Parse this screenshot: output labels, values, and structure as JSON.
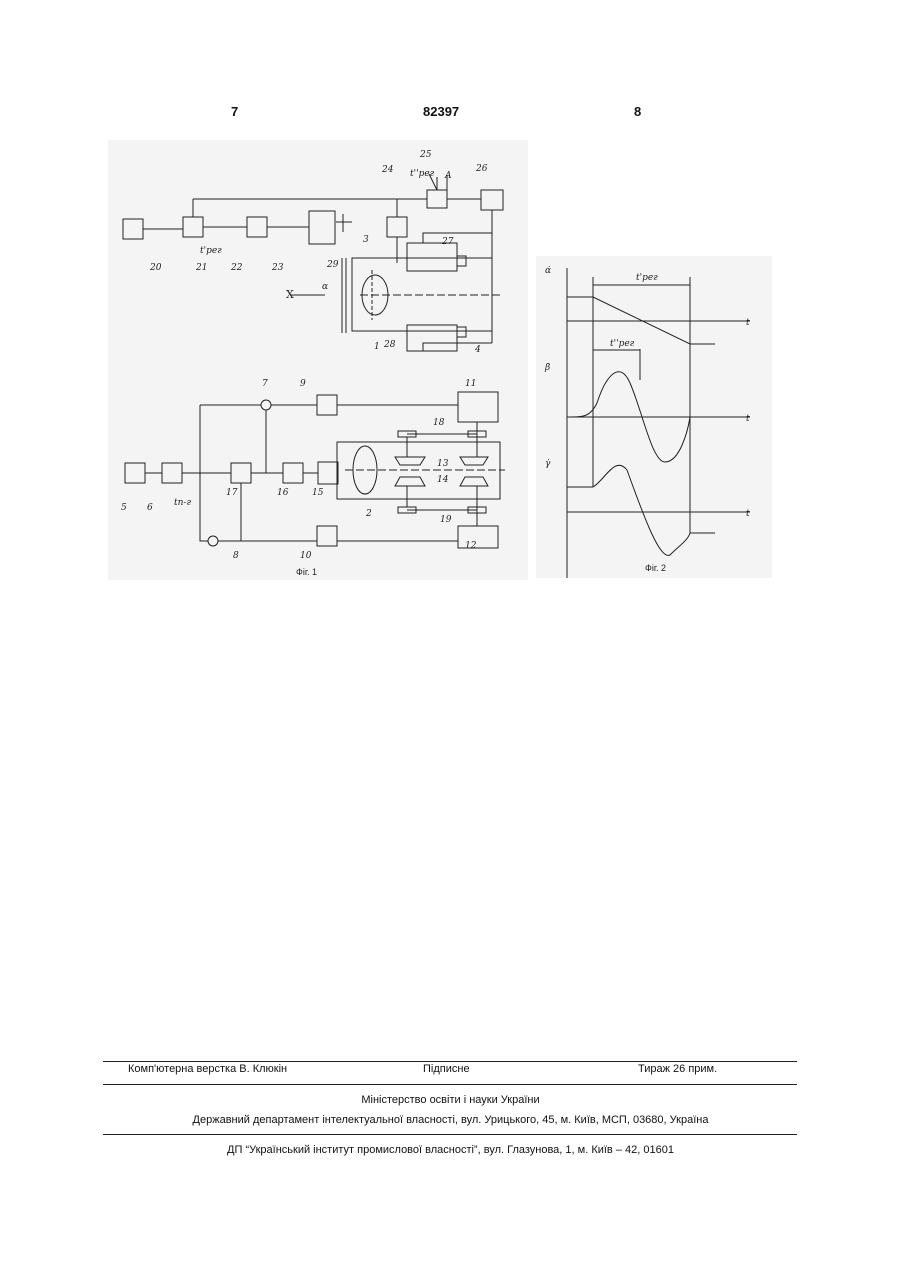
{
  "header": {
    "page_left": "7",
    "patent_number": "82397",
    "page_right": "8"
  },
  "fig1": {
    "caption": "Фіг. 1",
    "labels": {
      "l1": "1",
      "l2": "2",
      "l3": "3",
      "l4": "4",
      "l5": "5",
      "l6": "6",
      "l7": "7",
      "l8": "8",
      "l9": "9",
      "l10": "10",
      "l11": "11",
      "l12": "12",
      "l13": "13",
      "l14": "14",
      "l15": "15",
      "l16": "16",
      "l17": "17",
      "l18": "18",
      "l19": "19",
      "l20": "20",
      "l21": "21",
      "l22": "22",
      "l23": "23",
      "l24": "24",
      "l25": "25",
      "l26": "26",
      "l27": "27",
      "l28": "28",
      "l29": "29",
      "x_axis": "X",
      "alpha": "α",
      "t_reg1": "t'рег",
      "t_reg2": "t''рег",
      "a": "A",
      "t_pr": "tп-г"
    }
  },
  "fig2": {
    "caption": "Фіг. 2",
    "labels": {
      "alpha_dot": "α̇",
      "beta_dot": "β̇",
      "gamma_dot": "γ̇",
      "t1": "t",
      "t2": "t",
      "t3": "t",
      "t_reg1": "t'рег",
      "t_reg2": "t''рег"
    }
  },
  "footer": {
    "typesetting": "Комп'ютерна верстка В. Клюкін",
    "subscription": "Підписне",
    "circulation": "Тираж 26 прим.",
    "ministry": "Міністерство освіти і науки України",
    "department": "Державний департамент інтелектуальної власності, вул. Урицького, 45, м. Київ, МСП, 03680, Україна",
    "institute": "ДП “Український інститут промислової власності”, вул. Глазунова, 1, м. Київ – 42, 01601"
  }
}
